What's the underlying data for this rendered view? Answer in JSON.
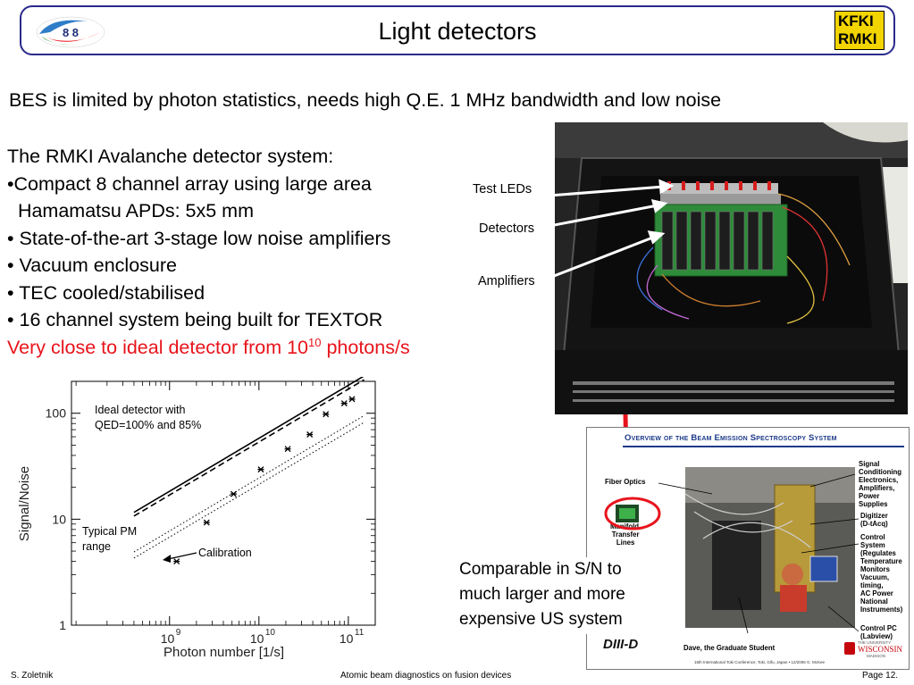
{
  "header": {
    "title": "Light detectors",
    "left_logo_text": "8 8",
    "right_logo_text": [
      "KFKI",
      "RMKI"
    ]
  },
  "intro": "BES is limited by photon statistics, needs high Q.E. 1 MHz bandwidth and low noise",
  "system": {
    "heading": "The RMKI Avalanche detector system:",
    "bullets": [
      "•Compact 8 channel array using large area",
      "  Hamamatsu APDs: 5x5 mm",
      "• State-of-the-art 3-stage low noise amplifiers",
      "• Vacuum enclosure",
      "• TEC cooled/stabilised",
      "• 16 channel system being built for TEXTOR"
    ],
    "highlight_prefix": "Very close to ideal detector from 10",
    "highlight_sup": "10",
    "highlight_suffix": " photons/s",
    "highlight_color": "#e8141c"
  },
  "photo_labels": {
    "test_leds": "Test LEDs",
    "detectors": "Detectors",
    "amplifiers": "Amplifiers"
  },
  "chart_data": {
    "type": "scatter",
    "xlabel": "Photon number [1/s]",
    "ylabel": "Signal/Noise",
    "x_scale": "log",
    "y_scale": "log",
    "xlim": [
      80000000,
      200000000000
    ],
    "ylim": [
      1,
      200
    ],
    "x_ticks": [
      {
        "base": "10",
        "exp": "9",
        "value": 1000000000
      },
      {
        "base": "10",
        "exp": "10",
        "value": 10000000000
      },
      {
        "base": "10",
        "exp": "11",
        "value": 100000000000
      }
    ],
    "y_ticks": [
      {
        "label": "1",
        "value": 1
      },
      {
        "label": "10",
        "value": 10
      },
      {
        "label": "100",
        "value": 100
      }
    ],
    "annotations": {
      "ideal": [
        "Ideal detector with",
        "QED=100% and 85%"
      ],
      "pm": [
        "Typical PM",
        "range"
      ],
      "calibration": "Calibration"
    },
    "lines": [
      {
        "style": "solid",
        "x": [
          400000000,
          150000000000
        ],
        "y": [
          11.6,
          225
        ]
      },
      {
        "style": "dashed",
        "x": [
          400000000,
          150000000000
        ],
        "y": [
          10.7,
          207
        ]
      },
      {
        "style": "dotted",
        "x": [
          400000000,
          150000000000
        ],
        "y": [
          4.9,
          95
        ]
      },
      {
        "style": "dotted",
        "x": [
          400000000,
          150000000000
        ],
        "y": [
          4.3,
          82
        ]
      }
    ],
    "series": [
      {
        "x": [
          1200000000,
          2600000000,
          5200000000,
          10500000000,
          21000000000,
          37000000000,
          56000000000,
          90000000000,
          110000000000
        ],
        "y": [
          4.0,
          9.3,
          17.3,
          29.5,
          46,
          63,
          98,
          124,
          136
        ]
      }
    ]
  },
  "poster": {
    "title": "Overview of the Beam Emission Spectroscopy System",
    "labels_right": [
      [
        "Signal",
        "Conditioning",
        "Electronics,",
        "Amplifiers,",
        "Power",
        "Supplies"
      ],
      [
        "Digitizer",
        "(D-tAcq)"
      ],
      [
        "Control",
        "System",
        "(Regulates",
        "Temperature",
        "Monitors",
        "Vacuum,",
        "timing,",
        "AC Power",
        "National",
        "Instruments)"
      ],
      [
        "Control PC",
        "(Labview)"
      ]
    ],
    "labels_left": [
      [
        "Fiber Optics"
      ],
      [
        "Manifold,",
        "Transfer",
        "Lines"
      ]
    ],
    "bottom": "Dave, the Graduate Student",
    "left_logo": "DIII-D",
    "right_logo_small": "THE UNIVERSITY",
    "right_logo": "WISCONSIN",
    "right_logo_sub": "MADISON",
    "footer_note": "16th International Toki Conference, Toki, Gifu, Japan • 12/2006 G. McKee",
    "highlight_color": "#e8141c"
  },
  "comparable": [
    "Comparable in S/N to",
    "much larger and more",
    "expensive US system"
  ],
  "footer": {
    "author": "S. Zoletnik",
    "center": "Atomic beam diagnostics on fusion devices",
    "page": "Page  12."
  }
}
